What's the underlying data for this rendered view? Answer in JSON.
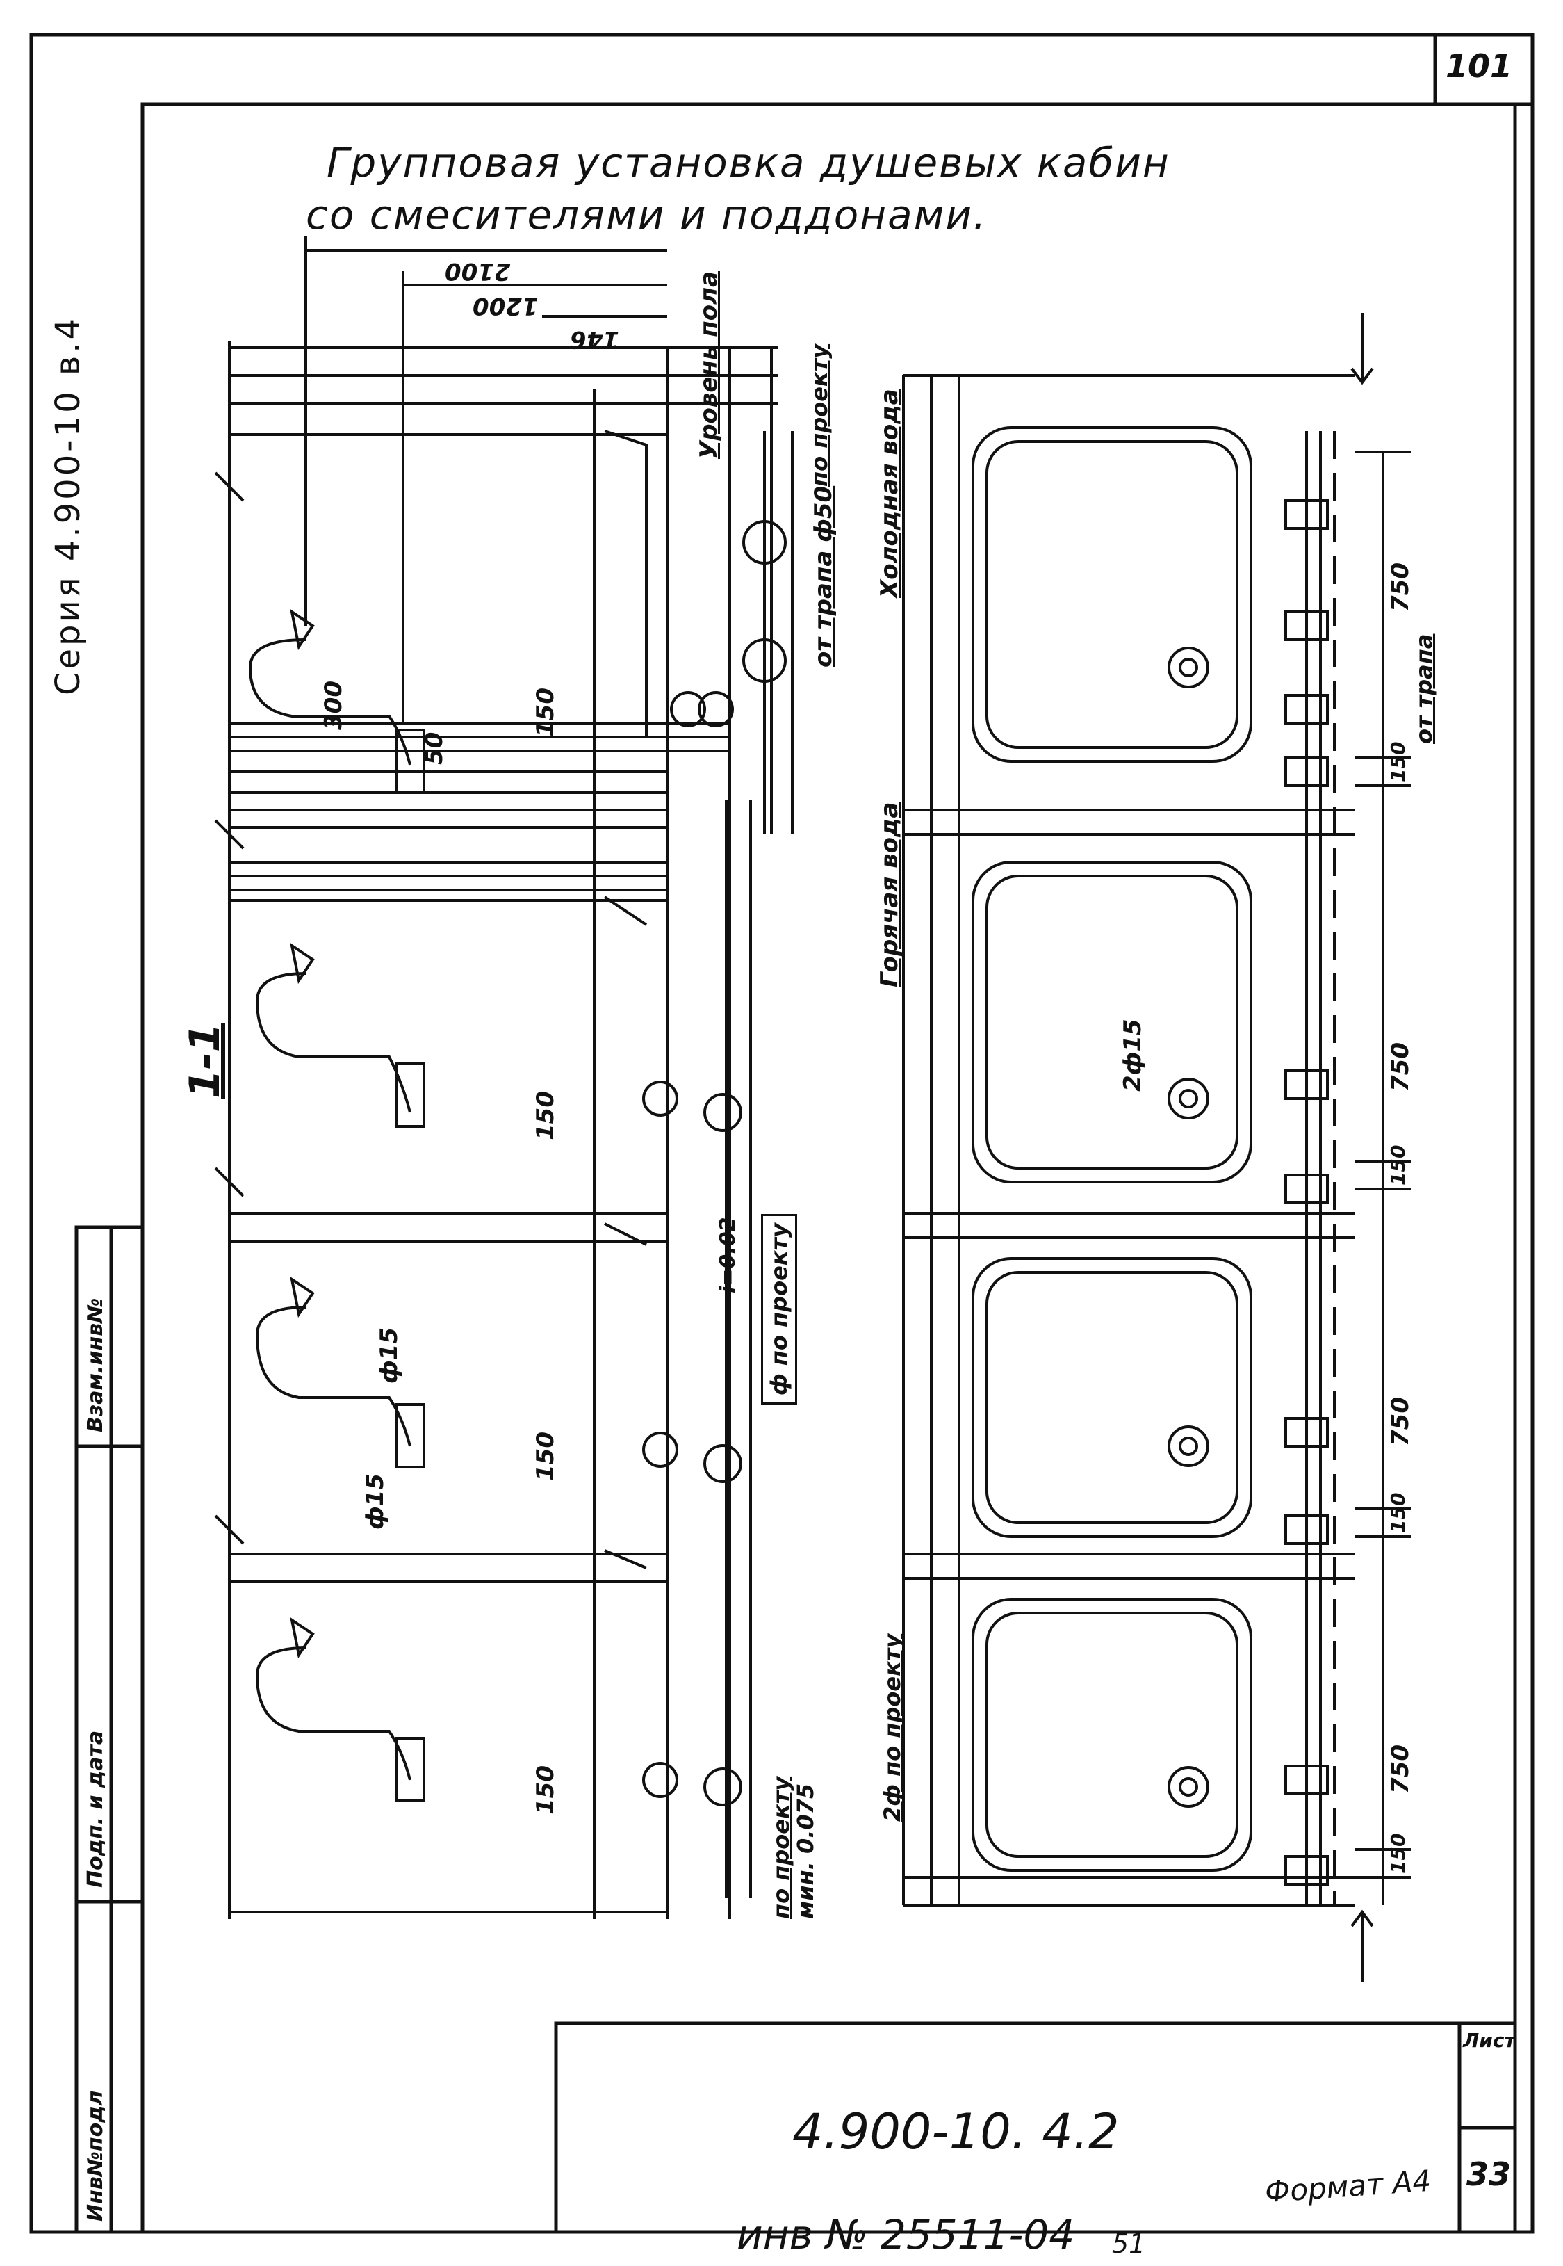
{
  "header": {
    "sheet_number_top": "101",
    "series_label": "Серия 4.900-10 в.4"
  },
  "title": {
    "line1": "Групповая установка душевых кабин",
    "line2": "со смесителями и поддонами."
  },
  "section_label": "1-1",
  "dimensions": {
    "d2100": "2100",
    "d1200": "1200",
    "d146": "146",
    "d300": "300",
    "d50": "50",
    "d150_a": "150",
    "d150_b": "150",
    "d150_c": "150",
    "d150_d": "150",
    "d750_a": "750",
    "d750_b": "750",
    "d750_c": "750",
    "d750_d": "750",
    "d150_p1": "150",
    "d150_p2": "150",
    "d150_p3": "150",
    "d150_p4": "150"
  },
  "labels": {
    "floor_level": "Уровень пола",
    "by_project_top": "по проекту",
    "from_trap_50": "от трапа ф50",
    "cold_water": "Холодная вода",
    "hot_water": "Горячая вода",
    "from_trap_right": "от трапа",
    "d15_a": "ф15",
    "d15_b": "ф15",
    "two_d15": "2ф15",
    "i_002": "i=0.02",
    "d_by_project": "ф по проекту",
    "by_project_slope": "по проекту",
    "min_slope": "мин. 0.075",
    "two_d_by_project": "2ф по проекту"
  },
  "side_stamp": {
    "col1": "Инв№подл",
    "col2": "Подп. и дата",
    "col3": "Взам.инв№"
  },
  "title_block": {
    "doc_code": "4.900-10. 4.2",
    "sheet_word": "Лист",
    "sheet_number": "33"
  },
  "footer": {
    "inventory": "инв № 25511-04",
    "small_number": "51",
    "format": "Формат А4"
  }
}
